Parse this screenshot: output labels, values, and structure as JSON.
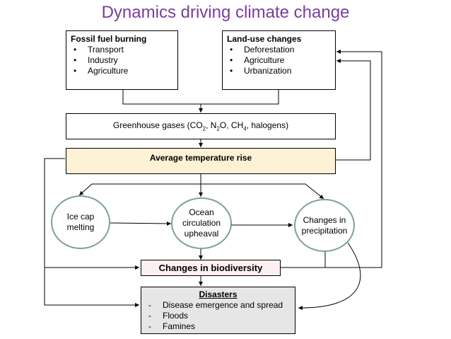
{
  "title": "Dynamics driving climate change",
  "fossil": {
    "title": "Fossil fuel burning",
    "items": [
      "Transport",
      "Industry",
      "Agriculture"
    ]
  },
  "landuse": {
    "title": "Land-use changes",
    "items": [
      "Deforestation",
      "Agriculture",
      "Urbanization"
    ]
  },
  "ghg": {
    "prefix": "Greenhouse gases (CO",
    "co2_sub": "2",
    "n2o": ", N",
    "n2o_sub": "2",
    "n2o_o": "O, CH",
    "ch4_sub": "4",
    "suffix": ", halogens)"
  },
  "temp": {
    "label": "Average temperature rise"
  },
  "icecap": {
    "line1": "Ice cap",
    "line2": "melting"
  },
  "ocean": {
    "line1": "Ocean",
    "line2": "circulation",
    "line3": "upheaval"
  },
  "precip": {
    "line1": "Changes in",
    "line2": "precipitation"
  },
  "biodiversity": {
    "label": "Changes in biodiversity"
  },
  "disasters": {
    "title": "Disasters",
    "items": [
      "Disease emergence and spread",
      "Floods",
      "Famines"
    ]
  },
  "markers": {
    "bullet": "•",
    "dash": "-"
  },
  "colors": {
    "title": "#7a3d9c",
    "temp_fill": "#fdf2d6",
    "bio_fill": "#fdf0f0",
    "disaster_fill": "#e6e6e6",
    "circle_border": "#7f9fa0"
  }
}
